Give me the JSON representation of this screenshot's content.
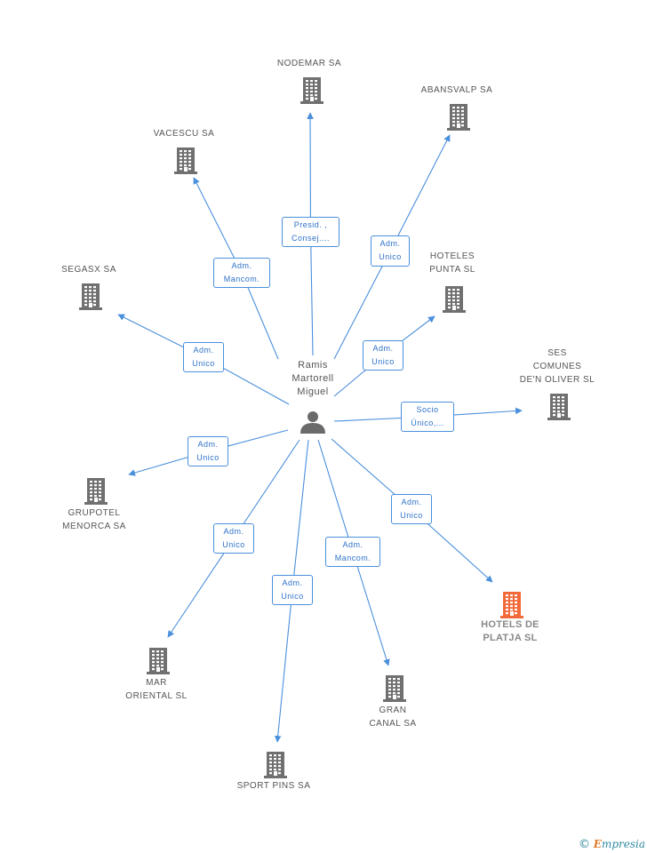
{
  "person": {
    "name": "Ramis\nMartorell\nMiguel",
    "icon": "person-icon"
  },
  "companies": [
    {
      "id": "nodemar",
      "name": "NODEMAR SA",
      "highlight": false
    },
    {
      "id": "abansvalp",
      "name": "ABANSVALP SA",
      "highlight": false
    },
    {
      "id": "vacescu",
      "name": "VACESCU SA",
      "highlight": false
    },
    {
      "id": "hoteles-punta",
      "name": "HOTELES\nPUNTA SL",
      "highlight": false
    },
    {
      "id": "segasx",
      "name": "SEGASX SA",
      "highlight": false
    },
    {
      "id": "ses-comunes",
      "name": "SES\nCOMUNES\nDE'N OLIVER SL",
      "highlight": false
    },
    {
      "id": "grupotel",
      "name": "GRUPOTEL\nMENORCA SA",
      "highlight": false
    },
    {
      "id": "hotels-platja",
      "name": "HOTELS DE\nPLATJA SL",
      "highlight": true
    },
    {
      "id": "mar-oriental",
      "name": "MAR\nORIENTAL SL",
      "highlight": false
    },
    {
      "id": "gran-canal",
      "name": "GRAN\nCANAL SA",
      "highlight": false
    },
    {
      "id": "sport-pins",
      "name": "SPORT PINS SA",
      "highlight": false
    }
  ],
  "relations": [
    {
      "to": "nodemar",
      "label": "Presid. ,\nConsej...."
    },
    {
      "to": "abansvalp",
      "label": "Adm.\nUnico"
    },
    {
      "to": "vacescu",
      "label": "Adm.\nMancom."
    },
    {
      "to": "hoteles-punta",
      "label": "Adm.\nUnico"
    },
    {
      "to": "segasx",
      "label": "Adm.\nUnico"
    },
    {
      "to": "ses-comunes",
      "label": "Socio\nÚnico,..."
    },
    {
      "to": "grupotel",
      "label": "Adm.\nUnico"
    },
    {
      "to": "hotels-platja",
      "label": "Adm.\nUnico"
    },
    {
      "to": "mar-oriental",
      "label": "Adm.\nUnico"
    },
    {
      "to": "gran-canal",
      "label": "Adm.\nMancom."
    },
    {
      "to": "sport-pins",
      "label": "Adm.\nUnico"
    }
  ],
  "colors": {
    "edge": "#4a8fdc",
    "building": "#707070",
    "highlight": "#f26a3a"
  },
  "footer": {
    "copyright": "©",
    "brand_first": "E",
    "brand_rest": "mpresia"
  }
}
